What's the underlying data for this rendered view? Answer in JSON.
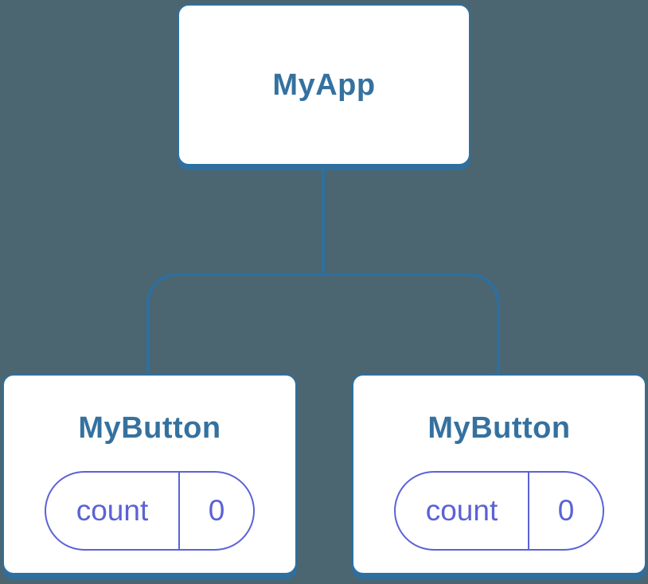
{
  "diagram": {
    "type": "component-tree",
    "background_color": "#4B6670",
    "node_border_color": "#2F6F9F",
    "node_text_color": "#35719F",
    "state_accent_color": "#5B62D6",
    "node_fill_color": "#FFFFFF",
    "root": {
      "label": "MyApp"
    },
    "children": [
      {
        "label": "MyButton",
        "state": {
          "name": "count",
          "value": "0"
        }
      },
      {
        "label": "MyButton",
        "state": {
          "name": "count",
          "value": "0"
        }
      }
    ]
  }
}
